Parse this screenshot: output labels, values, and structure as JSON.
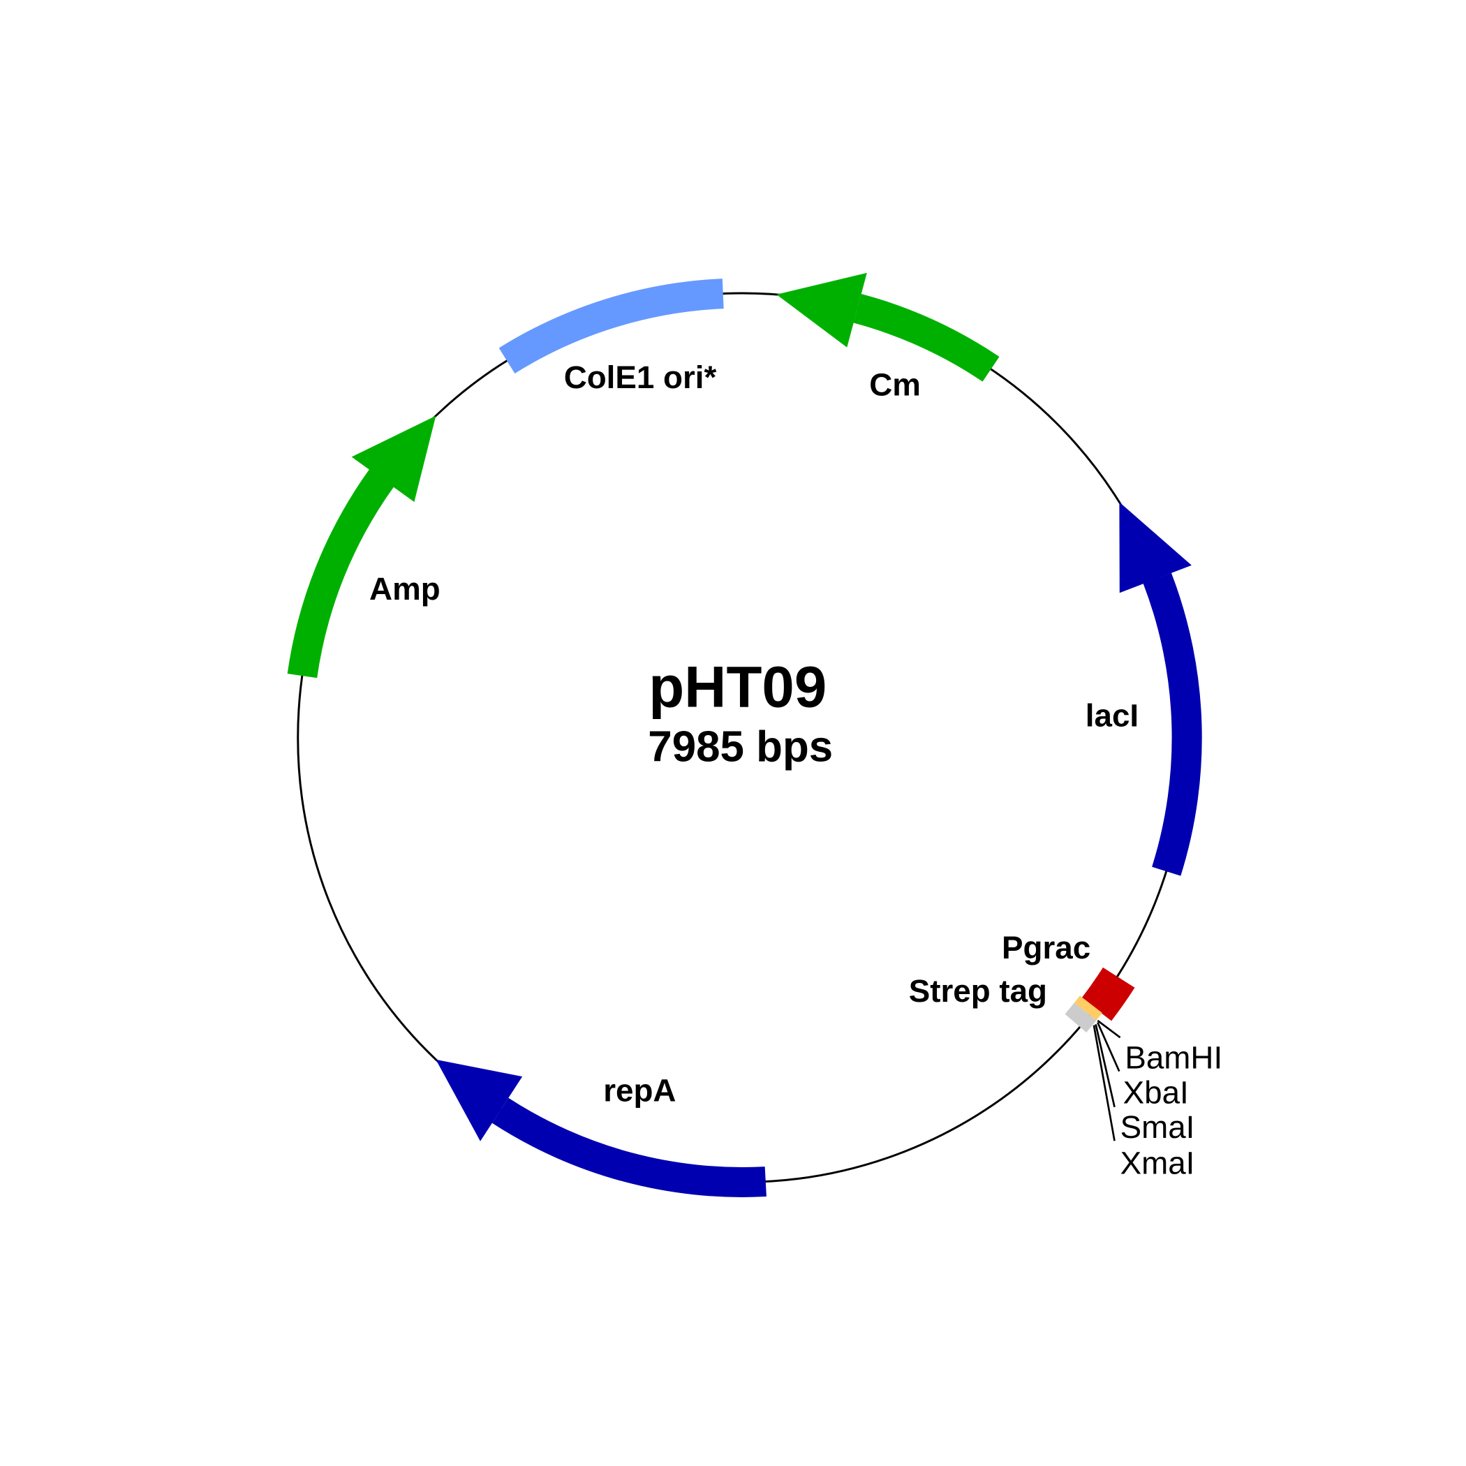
{
  "plasmid": {
    "name": "pHT09",
    "size": "7985 bps"
  },
  "features": [
    {
      "id": "cole1",
      "label": "ColE1 ori*",
      "color": "#6699ff",
      "type": "region"
    },
    {
      "id": "cm",
      "label": "Cm",
      "color": "#00b000",
      "type": "arrow",
      "direction": "counterclockwise"
    },
    {
      "id": "laci",
      "label": "lacI",
      "color": "#0000b0",
      "type": "arrow",
      "direction": "counterclockwise"
    },
    {
      "id": "pgrac",
      "label": "Pgrac",
      "color": "#cc0000",
      "type": "promoter"
    },
    {
      "id": "strep",
      "label": "Strep tag",
      "color": "#ffcc66",
      "type": "tag"
    },
    {
      "id": "mcs",
      "label": "",
      "color": "#cccccc",
      "type": "region"
    },
    {
      "id": "repa",
      "label": "repA",
      "color": "#0000b0",
      "type": "arrow",
      "direction": "clockwise"
    },
    {
      "id": "amp",
      "label": "Amp",
      "color": "#00b000",
      "type": "arrow",
      "direction": "clockwise"
    }
  ],
  "sites": [
    "BamHI",
    "XbaI",
    "SmaI",
    "XmaI"
  ]
}
